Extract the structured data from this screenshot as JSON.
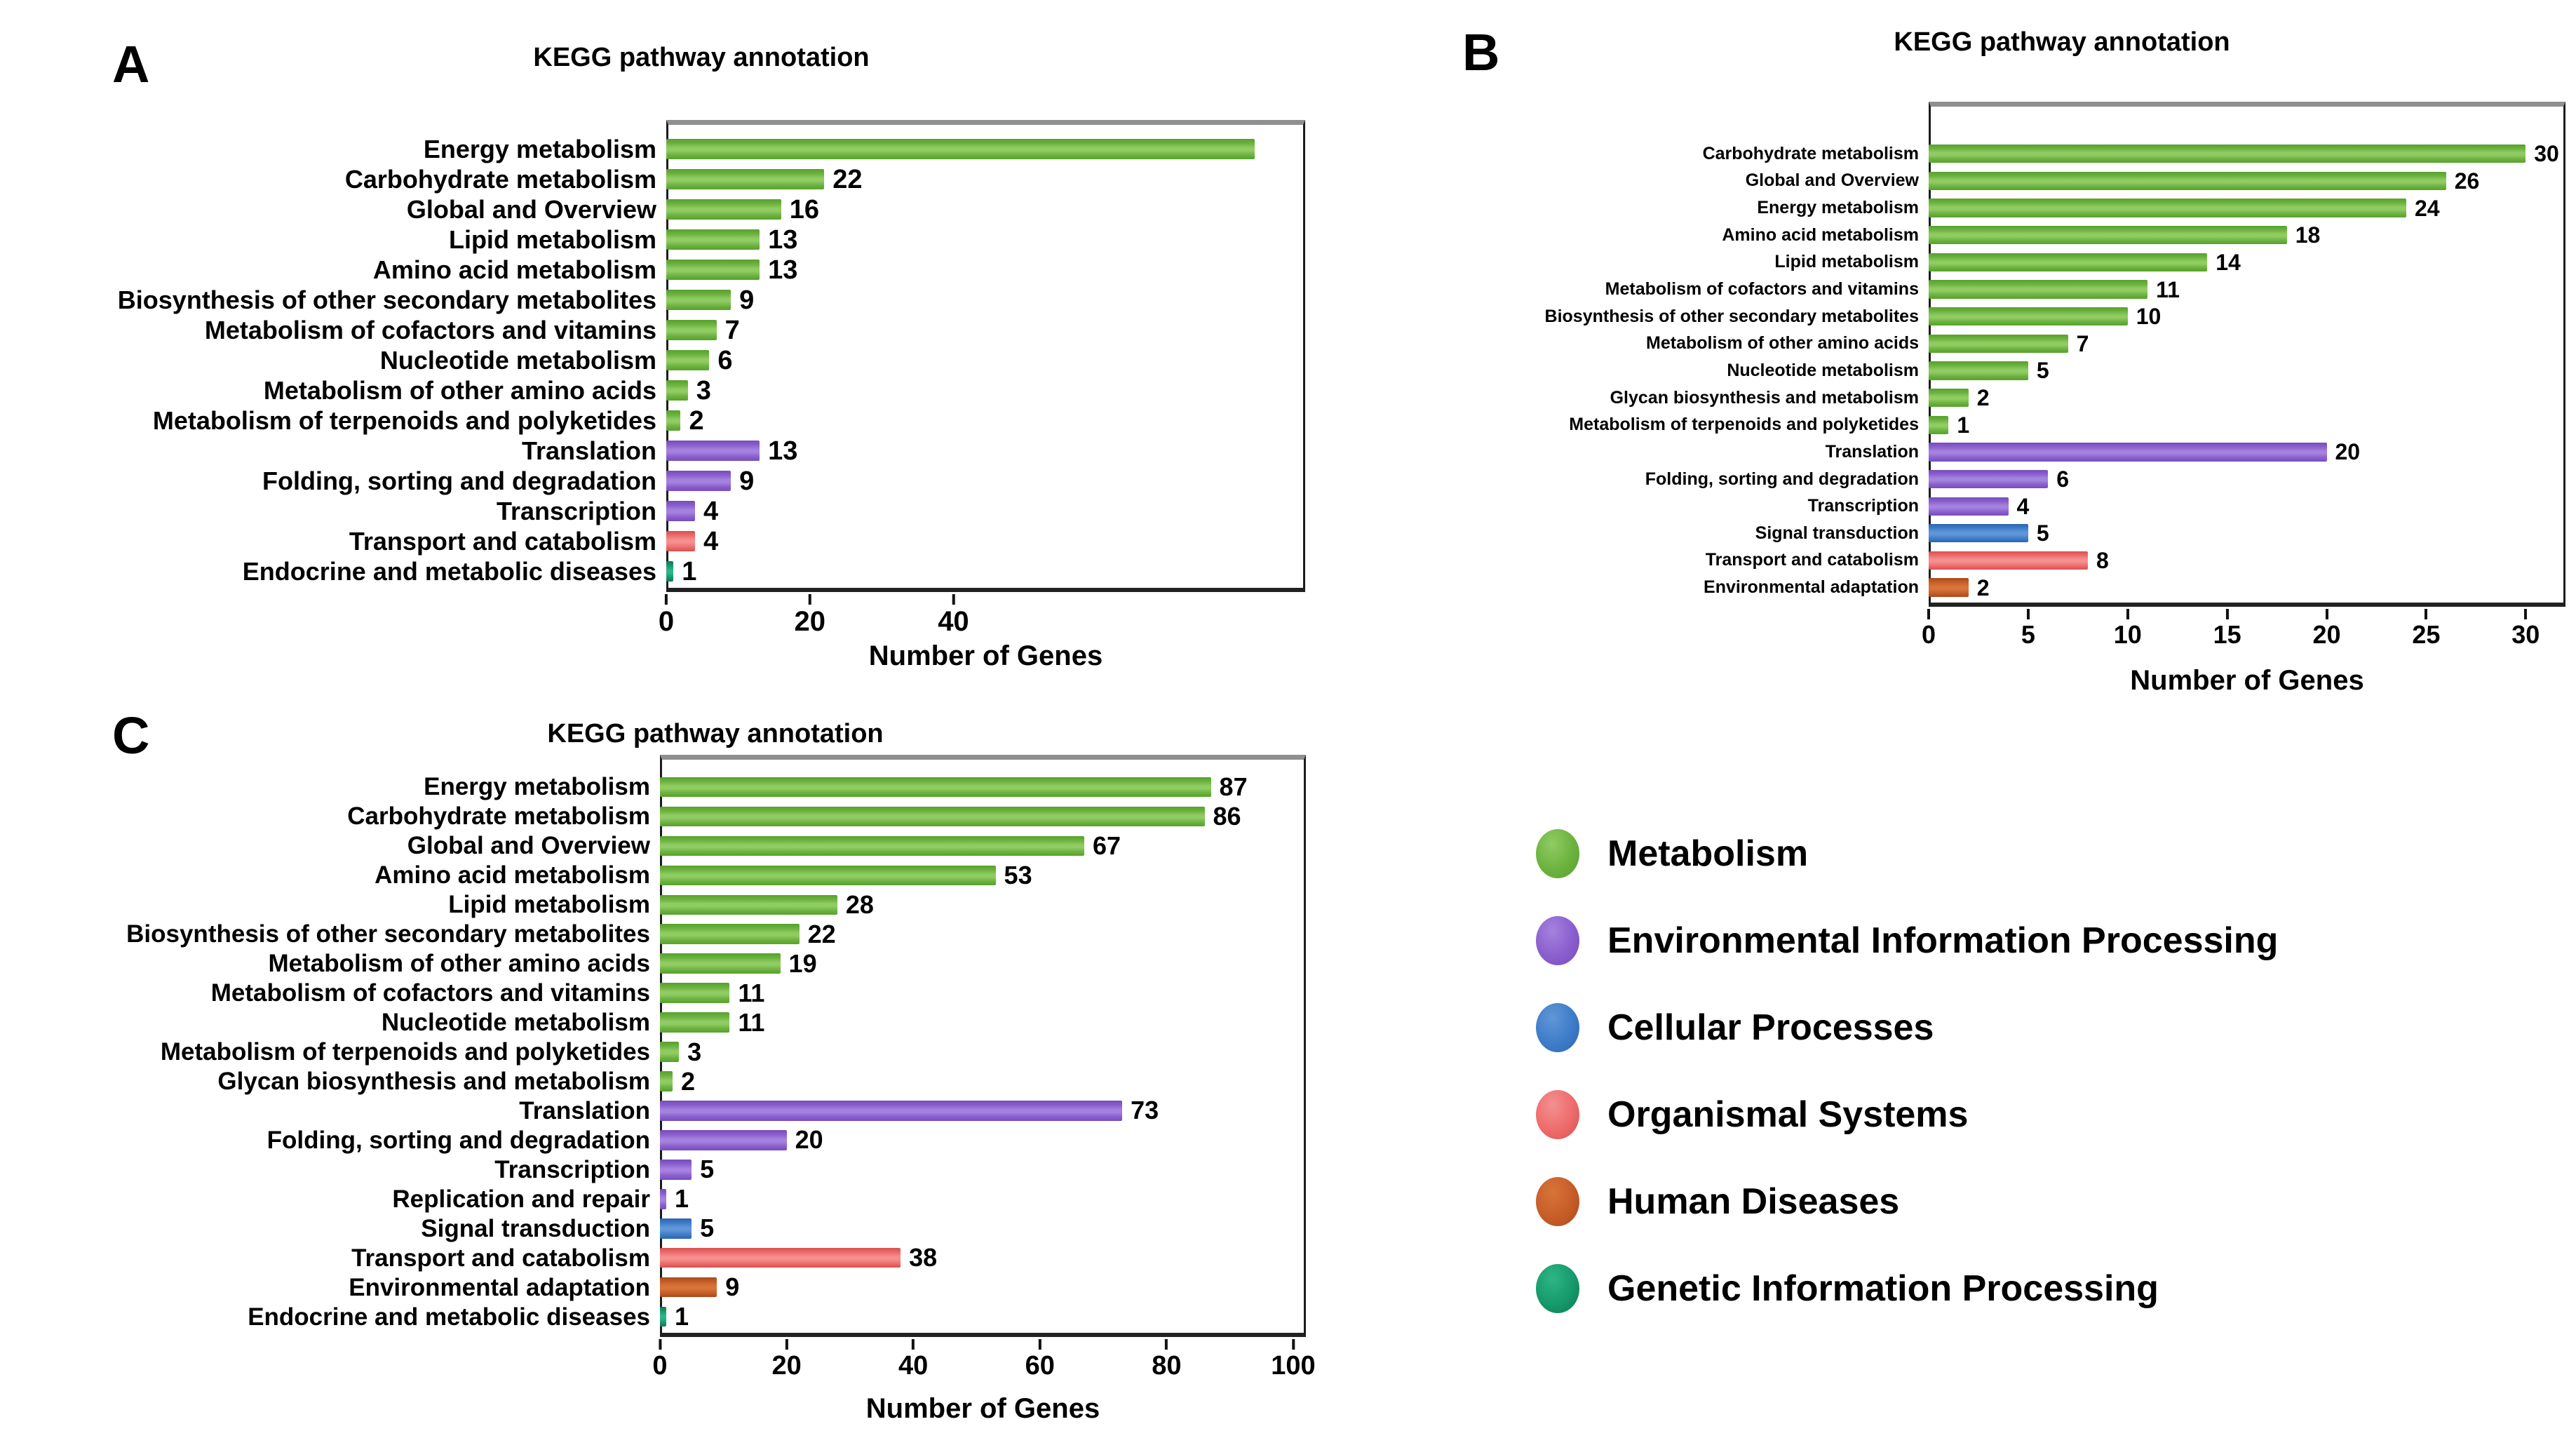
{
  "chart_data": [
    {
      "id": "A",
      "type": "bar",
      "orientation": "horizontal",
      "panel_label": "A",
      "title": "KEGG pathway annotation",
      "xlabel": "Number of Genes",
      "xlim": [
        0,
        89
      ],
      "x_ticks": [
        0,
        20,
        40
      ],
      "grid": false,
      "categories": [
        "Energy metabolism",
        "Carbohydrate metabolism",
        "Global and Overview",
        "Lipid metabolism",
        "Amino acid metabolism",
        "Biosynthesis of other secondary metabolites",
        "Metabolism of cofactors and vitamins",
        "Nucleotide metabolism",
        "Metabolism of other amino acids",
        "Metabolism of terpenoids and polyketides",
        "Translation",
        "Folding, sorting and degradation",
        "Transcription",
        "Transport and catabolism",
        "Endocrine and metabolic diseases"
      ],
      "values": [
        82,
        22,
        16,
        13,
        13,
        9,
        7,
        6,
        3,
        2,
        13,
        9,
        4,
        4,
        1
      ],
      "value_labels": [
        "",
        "22",
        "16",
        "13",
        "13",
        "9",
        "7",
        "6",
        "3",
        "2",
        "13",
        "9",
        "4",
        "4",
        "1"
      ],
      "bar_colors": [
        "green",
        "green",
        "green",
        "green",
        "green",
        "green",
        "green",
        "green",
        "green",
        "green",
        "purple",
        "purple",
        "purple",
        "red",
        "teal"
      ]
    },
    {
      "id": "B",
      "type": "bar",
      "orientation": "horizontal",
      "panel_label": "B",
      "title": "KEGG pathway annotation",
      "xlabel": "Number of Genes",
      "xlim": [
        0,
        32
      ],
      "x_ticks": [
        0,
        5,
        10,
        15,
        20,
        25,
        30
      ],
      "grid": false,
      "categories": [
        "Carbohydrate metabolism",
        "Global and Overview",
        "Energy metabolism",
        "Amino acid metabolism",
        "Lipid metabolism",
        "Metabolism of cofactors and vitamins",
        "Biosynthesis of other secondary metabolites",
        "Metabolism of other amino acids",
        "Nucleotide metabolism",
        "Glycan biosynthesis and metabolism",
        "Metabolism of terpenoids and polyketides",
        "Translation",
        "Folding, sorting and degradation",
        "Transcription",
        "Signal transduction",
        "Transport and catabolism",
        "Environmental adaptation"
      ],
      "values": [
        30,
        26,
        24,
        18,
        14,
        11,
        10,
        7,
        5,
        2,
        1,
        20,
        6,
        4,
        5,
        8,
        2
      ],
      "value_labels": [
        "30",
        "26",
        "24",
        "18",
        "14",
        "11",
        "10",
        "7",
        "5",
        "2",
        "1",
        "20",
        "6",
        "4",
        "5",
        "8",
        "2"
      ],
      "bar_colors": [
        "green",
        "green",
        "green",
        "green",
        "green",
        "green",
        "green",
        "green",
        "green",
        "green",
        "green",
        "purple",
        "purple",
        "purple",
        "blue",
        "red",
        "orange"
      ]
    },
    {
      "id": "C",
      "type": "bar",
      "orientation": "horizontal",
      "panel_label": "C",
      "title": "KEGG pathway annotation",
      "xlabel": "Number of Genes",
      "xlim": [
        0,
        102
      ],
      "x_ticks": [
        0,
        20,
        40,
        60,
        80,
        100
      ],
      "grid": false,
      "categories": [
        "Energy metabolism",
        "Carbohydrate metabolism",
        "Global and Overview",
        "Amino acid metabolism",
        "Lipid metabolism",
        "Biosynthesis of other secondary metabolites",
        "Metabolism of other amino acids",
        "Metabolism of cofactors and vitamins",
        "Nucleotide metabolism",
        "Metabolism of terpenoids and polyketides",
        "Glycan biosynthesis and metabolism",
        "Translation",
        "Folding, sorting and degradation",
        "Transcription",
        "Replication and repair",
        "Signal transduction",
        "Transport and catabolism",
        "Environmental adaptation",
        "Endocrine and metabolic diseases"
      ],
      "values": [
        87,
        86,
        67,
        53,
        28,
        22,
        19,
        11,
        11,
        3,
        2,
        73,
        20,
        5,
        1,
        5,
        38,
        9,
        1
      ],
      "value_labels": [
        "87",
        "86",
        "67",
        "53",
        "28",
        "22",
        "19",
        "11",
        "11",
        "3",
        "2",
        "73",
        "20",
        "5",
        "1",
        "5",
        "38",
        "9",
        "1"
      ],
      "bar_colors": [
        "green",
        "green",
        "green",
        "green",
        "green",
        "green",
        "green",
        "green",
        "green",
        "green",
        "green",
        "purple",
        "purple",
        "purple",
        "purple",
        "blue",
        "red",
        "orange",
        "teal"
      ]
    }
  ],
  "legend": {
    "items": [
      {
        "label": "Metabolism",
        "color": "green"
      },
      {
        "label": "Environmental Information Processing",
        "color": "purple"
      },
      {
        "label": "Cellular Processes",
        "color": "blue"
      },
      {
        "label": "Organismal Systems",
        "color": "red"
      },
      {
        "label": "Human Diseases",
        "color": "orange"
      },
      {
        "label": "Genetic Information Processing",
        "color": "teal"
      }
    ]
  },
  "palette": {
    "green": {
      "base": "#6BB23E",
      "light": "#90CC63",
      "dark": "#58A02C"
    },
    "purple": {
      "base": "#8A5ECD",
      "light": "#A482DE",
      "dark": "#764CBC"
    },
    "blue": {
      "base": "#3E7CC9",
      "light": "#5F96D7",
      "dark": "#2D64AD"
    },
    "red": {
      "base": "#EE6B6B",
      "light": "#F49090",
      "dark": "#D75050"
    },
    "orange": {
      "base": "#C65D28",
      "light": "#D77439",
      "dark": "#A84A1C"
    },
    "teal": {
      "base": "#16996B",
      "light": "#2EB586",
      "dark": "#0C7A52"
    }
  }
}
